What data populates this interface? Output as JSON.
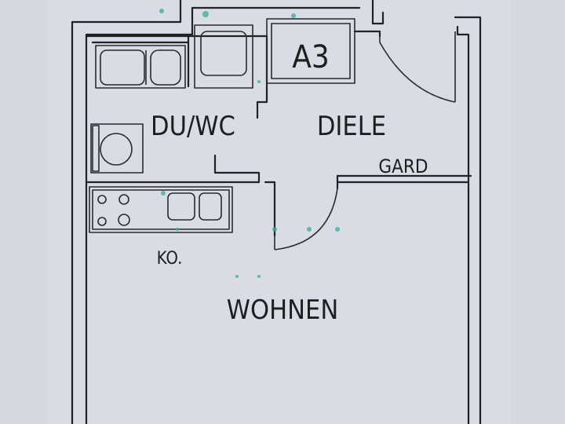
{
  "plan": {
    "rooms": {
      "bath": "DU/WC",
      "hall": "DIELE",
      "wardrobe": "GARD",
      "kitchen": "KO.",
      "living": "WOHNEN",
      "unit": "A3"
    },
    "colors": {
      "paper": "#d9dee6",
      "ink": "#222222",
      "marker": "#3aa89b"
    }
  }
}
